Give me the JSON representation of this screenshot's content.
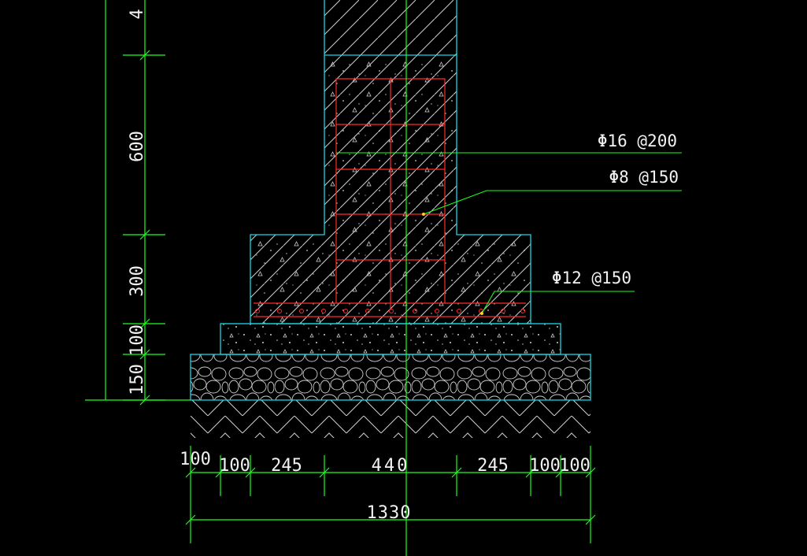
{
  "colors": {
    "background": "#000000",
    "dimension": "#19ff19",
    "outline": "#19d6e0",
    "rebar": "#ff2a2a",
    "text": "#f2f2f2",
    "hatch": "#d0d0d0"
  },
  "vertical_dims": {
    "top_partial": "4",
    "column": "600",
    "footing": "300",
    "concrete_bed": "100",
    "rubble_bed": "150"
  },
  "horizontal_dims": {
    "left_100": "100",
    "left_100b": "100",
    "left_245": "245",
    "center_440": "440",
    "right_245": "245",
    "right_100": "100",
    "right_100b": "100",
    "total": "1330"
  },
  "annotations": {
    "rebar_main": "Φ16 @200",
    "rebar_stirrup": "Φ8 @150",
    "rebar_base": "Φ12 @150"
  }
}
